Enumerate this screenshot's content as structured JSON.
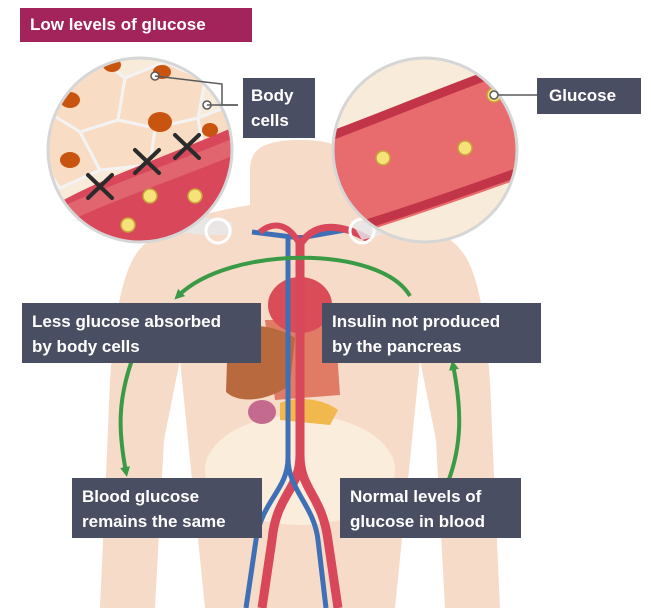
{
  "title": "Low levels of glucose",
  "callouts": {
    "body_cells": [
      "Body",
      "cells"
    ],
    "glucose": "Glucose"
  },
  "cycle": {
    "less_absorbed": [
      "Less glucose absorbed",
      "by body cells"
    ],
    "insulin": [
      "Insulin not produced",
      "by the pancreas"
    ],
    "blood_same": [
      "Blood glucose",
      "remains the same"
    ],
    "normal_levels": [
      "Normal levels of",
      "glucose in blood"
    ]
  },
  "colors": {
    "title_bg": "#a3245a",
    "label_bg": "#4a4e62",
    "arrow": "#3a9a46",
    "skin": "#f6dcc8",
    "vessel": "#d8475a",
    "glucose": "#f7e27a"
  }
}
